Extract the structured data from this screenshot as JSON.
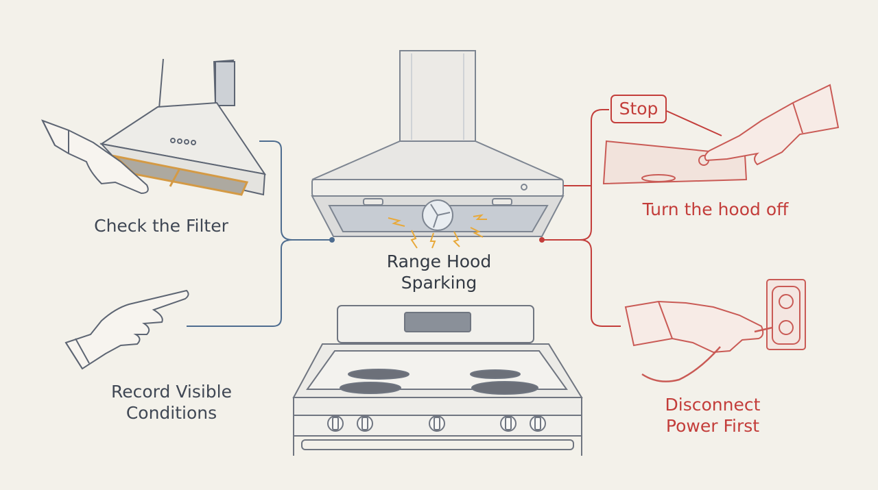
{
  "center": {
    "label_line1": "Range Hood",
    "label_line2": "Sparking"
  },
  "left_steps": [
    {
      "label": "Check the Filter",
      "icon": "hand-checking-filter-icon"
    },
    {
      "label_line1": "Record Visible",
      "label_line2": "Conditions",
      "icon": "pointing-hand-icon"
    }
  ],
  "right_steps": [
    {
      "badge": "Stop",
      "label": "Turn the hood off",
      "icon": "finger-pressing-hood-button-icon"
    },
    {
      "label_line1": "Disconnect",
      "label_line2": "Power First",
      "icon": "hand-unplugging-cord-icon"
    }
  ],
  "colors": {
    "background": "#f3f1ea",
    "info_branch": "#4d6c8f",
    "safety_branch": "#c33d3a",
    "filter_highlight": "#d49a45",
    "sparks": "#e8a93a"
  }
}
